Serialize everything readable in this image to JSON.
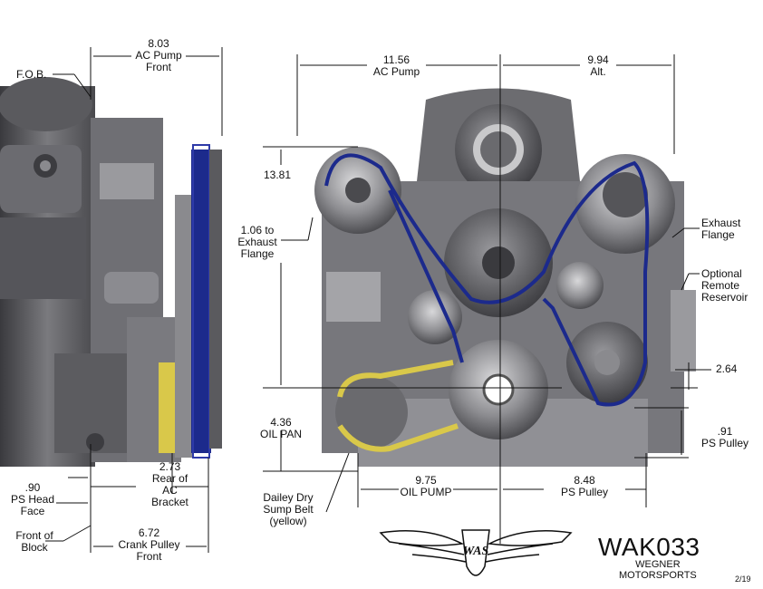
{
  "dimensions": {
    "ac_pump_front": {
      "value": "8.03",
      "label": "AC Pump",
      "label2": "Front"
    },
    "fob": {
      "label": "F.O.B."
    },
    "ac_pump": {
      "value": "11.56",
      "label": "AC Pump"
    },
    "alt": {
      "value": "9.94",
      "label": "Alt."
    },
    "height": {
      "value": "13.81"
    },
    "exhaust_flange_left": {
      "value": "1.06 to",
      "label": "Exhaust",
      "label2": "Flange"
    },
    "exhaust_flange_right": {
      "label": "Exhaust",
      "label2": "Flange"
    },
    "optional_reservoir": {
      "label": "Optional",
      "label2": "Remote",
      "label3": "Reservoir"
    },
    "right_offset": {
      "value": "2.64"
    },
    "ps_pulley_right": {
      "value": ".91",
      "label": "PS Pulley"
    },
    "oil_pan": {
      "value": "4.36",
      "label": "OIL PAN"
    },
    "oil_pump": {
      "value": "9.75",
      "label": "OIL PUMP"
    },
    "ps_pulley_bottom": {
      "value": "8.48",
      "label": "PS Pulley"
    },
    "rear_ac_bracket": {
      "value": "2.73",
      "label": "Rear of",
      "label2": "AC",
      "label3": "Bracket"
    },
    "ps_head_face": {
      "value": ".90",
      "label": "PS Head",
      "label2": "Face"
    },
    "front_of_block": {
      "label": "Front of",
      "label2": "Block"
    },
    "crank_pulley_front": {
      "value": "6.72",
      "label": "Crank Pulley",
      "label2": "Front"
    },
    "dailey_belt": {
      "label": "Dailey Dry",
      "label2": "Sump Belt",
      "label3": "(yellow)"
    }
  },
  "footer": {
    "model": "WAK033",
    "company_line1": "WEGNER",
    "company_line2": "MOTORSPORTS",
    "revision": "2/19"
  },
  "colors": {
    "belt_blue": "#1c2a8c",
    "belt_yellow": "#d9c84a",
    "metal_dark": "#4a4a4e",
    "metal_mid": "#8a8a8e",
    "metal_light": "#c6c6c8"
  }
}
